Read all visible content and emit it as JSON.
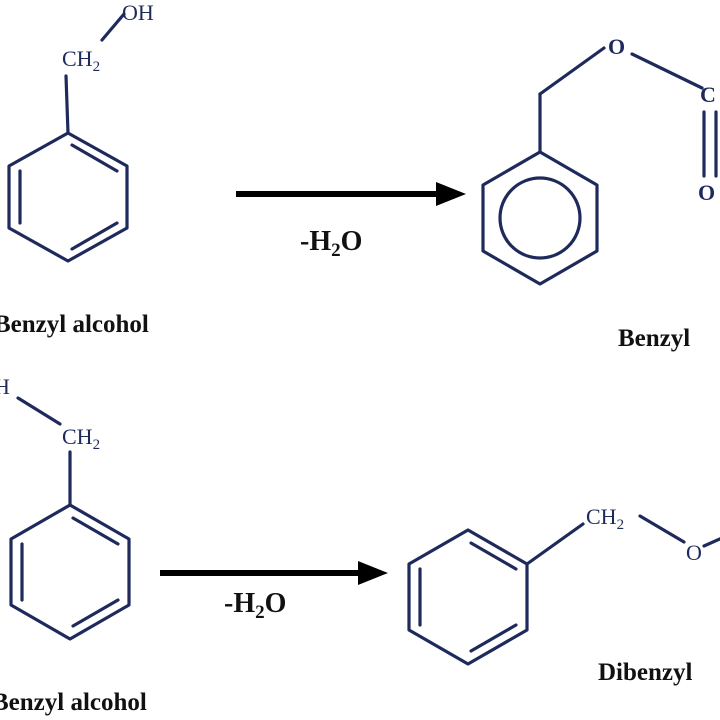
{
  "reactions": [
    {
      "reactant": {
        "oh_label": "OH",
        "ch2_label": "CH",
        "ch2_sub": "2",
        "name": "Benzyl alcohol"
      },
      "conditions": {
        "prefix": "-H",
        "sub": "2",
        "suffix": "O"
      },
      "product": {
        "o_label": "O",
        "c_label": "C",
        "carbonyl_o_label": "O",
        "name": "Benzyl"
      }
    },
    {
      "reactant": {
        "oh_label": "H",
        "ch2_label": "CH",
        "ch2_sub": "2",
        "name": "Benzyl alcohol"
      },
      "conditions": {
        "prefix": "-H",
        "sub": "2",
        "suffix": "O"
      },
      "product": {
        "ch2_label": "CH",
        "ch2_sub": "2",
        "o_label": "O",
        "name": "Dibenzyl"
      }
    }
  ],
  "colors": {
    "structure": "#1f2a5c",
    "text": "#111111",
    "arrow": "#000000"
  }
}
